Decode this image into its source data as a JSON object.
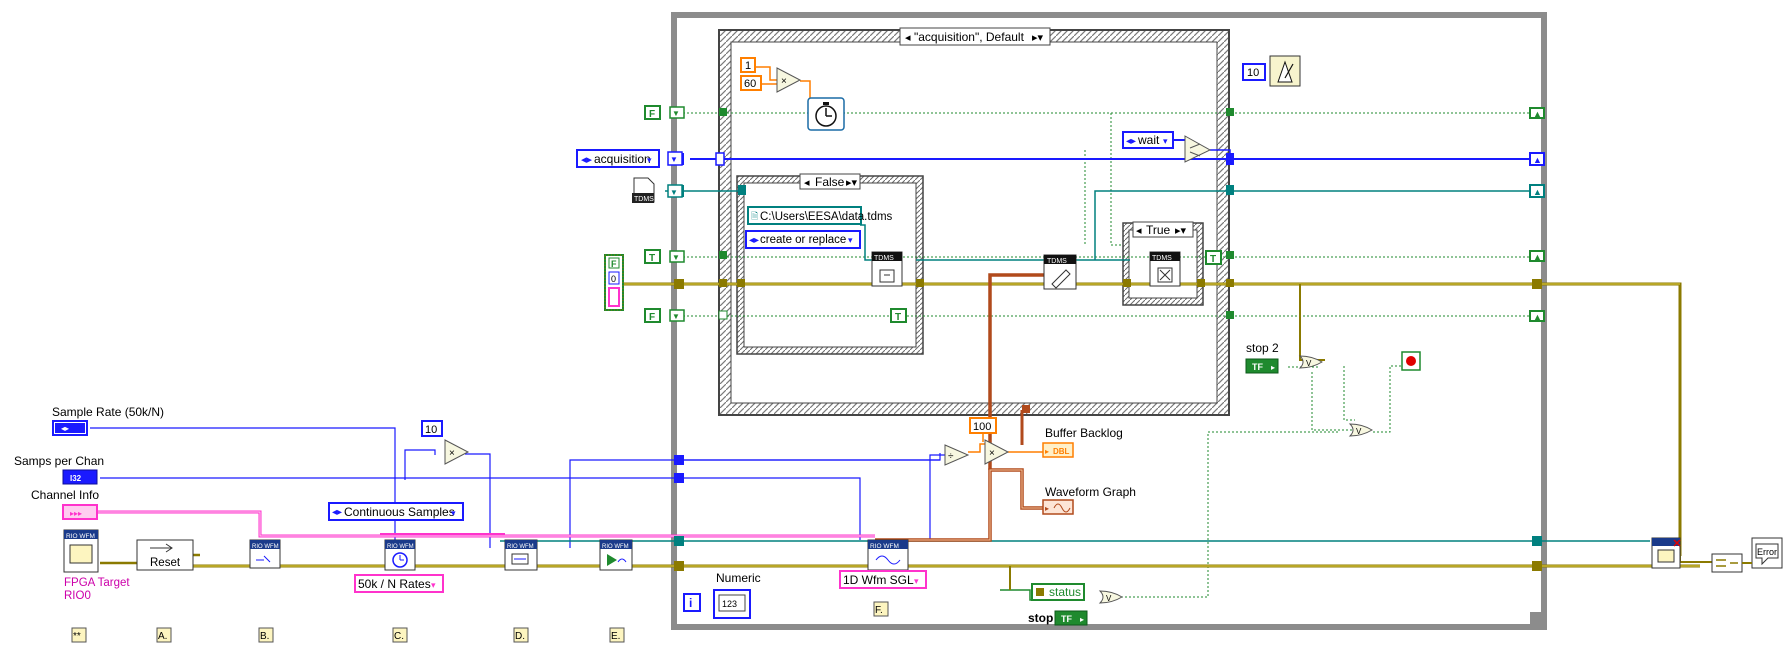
{
  "case_structure": {
    "selector": "\"acquisition\", Default",
    "inner_false": "False",
    "inner_true": "True"
  },
  "constants": {
    "one": "1",
    "sixty": "60",
    "ten_top": "10",
    "ten_mid": "10",
    "hundred": "100",
    "f_top": "F",
    "f_bottom": "F",
    "t_left": "T",
    "t_right": "T",
    "t_inner": "T",
    "cluster_f": "F",
    "cluster_zero": "0",
    "acquisition": "acquisition",
    "file_path": "C:\\Users\\EESA\\data.tdms",
    "open_mode": "create or replace",
    "wait": "wait",
    "continuous_samples": "Continuous Samples",
    "rates": "50k / N Rates",
    "wfm_type": "1D Wfm SGL",
    "tdms": "TDMS",
    "i_label": "i",
    "numeric_icon": "123"
  },
  "controls": {
    "sample_rate": "Sample Rate (50k/N)",
    "samps_per_chan": "Samps per Chan",
    "samps_type": "I32",
    "channel_info": "Channel Info",
    "fpga_target": "FPGA Target",
    "rio0": "RIO0",
    "reset": "Reset",
    "stop2": "stop 2",
    "stop": "stop",
    "tf": "TF",
    "status": "status"
  },
  "indicators": {
    "buffer_backlog": "Buffer Backlog",
    "dbl": "DBL",
    "waveform_graph": "Waveform Graph",
    "numeric": "Numeric",
    "error": "Error"
  },
  "subvi": {
    "rio_wfm": "RIO WFM"
  },
  "step_labels": [
    "**",
    "A.",
    "B.",
    "C.",
    "D.",
    "E.",
    "F."
  ],
  "colors": {
    "frame_gray": "#8c8c8c",
    "blue_wire": "#1a1aff",
    "pink_wire": "#ff33cc",
    "green_wire": "#1f8a2e",
    "teal_wire": "#00807f",
    "error_wire": "#8b7a00",
    "orange": "#ff7f00",
    "waveform_wire": "#b14a1c"
  }
}
